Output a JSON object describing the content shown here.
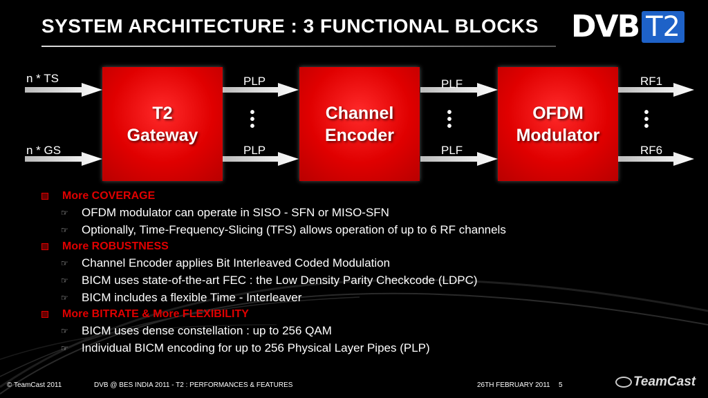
{
  "slide": {
    "title": "System Architecture : 3 functional blocks",
    "title_display": "SYSTEM ARCHITECTURE : 3 FUNCTIONAL BLOCKS",
    "logo": {
      "dvb": "DVB",
      "t2": "T2",
      "colors": {
        "t2_bg": "#1e62c8"
      }
    }
  },
  "diagram": {
    "blocks": [
      {
        "line1": "T2",
        "line2": "Gateway"
      },
      {
        "line1": "Channel",
        "line2": "Encoder"
      },
      {
        "line1": "OFDM",
        "line2": "Modulator"
      }
    ],
    "inputs": {
      "top": "n * TS",
      "bottom": "n * GS"
    },
    "gateway_out": {
      "top": "PLP",
      "bottom": "PLP"
    },
    "encoder_out": {
      "top": "PLF",
      "bottom": "PLF"
    },
    "modulator_out": {
      "top": "RF1",
      "bottom": "RF6"
    },
    "ellipsis": "⋮",
    "colors": {
      "block": "#e00000",
      "arrow": "#ffffff"
    }
  },
  "bullets": [
    {
      "title": "More COVERAGE",
      "items": [
        "OFDM modulator can operate in SISO - SFN  or  MISO-SFN",
        "Optionally, Time-Frequency-Slicing  (TFS) allows operation of up to 6 RF channels"
      ]
    },
    {
      "title": "More ROBUSTNESS",
      "items": [
        "Channel Encoder applies Bit Interleaved Coded Modulation",
        "BICM uses state-of-the-art FEC : the Low Density Parity Checkcode (LDPC)",
        "BICM includes a flexible Time - Interleaver"
      ]
    },
    {
      "title": "More BITRATE & More FLEXIBILITY",
      "items": [
        "BICM uses dense constellation : up to 256 QAM",
        "Individual BICM encoding for  up to 256 Physical Layer Pipes (PLP)"
      ]
    }
  ],
  "footer": {
    "copyright": "© TeamCast 2011",
    "event": "DVB @ BES INDIA 2011 - T2 : PERFORMANCES & FEATURES",
    "date": "26TH FEBRUARY 2011",
    "page": "5",
    "brand": "TeamCast"
  },
  "icons": {
    "bullet": "square-bullet-icon",
    "sub_bullet": "pointing-hand-icon"
  }
}
